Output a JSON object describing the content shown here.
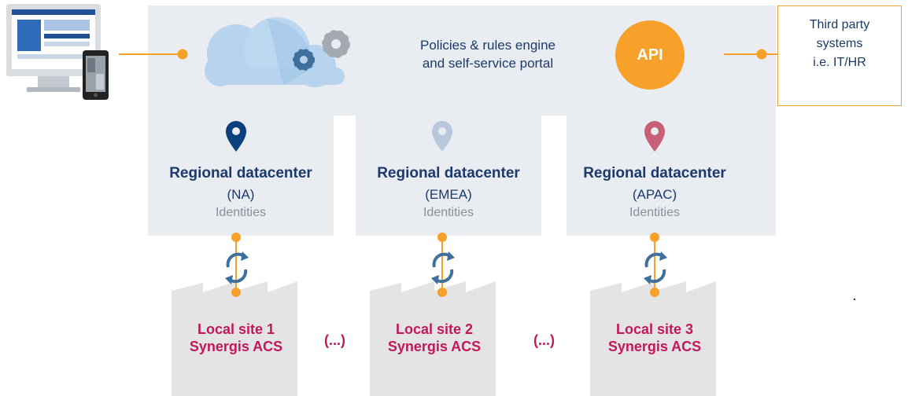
{
  "engine": {
    "line1": "Policies & rules engine",
    "line2": "and self-service portal"
  },
  "api": {
    "label": "API"
  },
  "third_party": {
    "line1": "Third party",
    "line2": "systems",
    "line3": "i.e. IT/HR"
  },
  "datacenters": [
    {
      "title": "Regional datacenter",
      "region": "(NA)",
      "sub": "Identities",
      "pin_color": "#0d3f7a"
    },
    {
      "title": "Regional datacenter",
      "region": "(EMEA)",
      "sub": "Identities",
      "pin_color": "#b8c7dc"
    },
    {
      "title": "Regional datacenter",
      "region": "(APAC)",
      "sub": "Identities",
      "pin_color": "#c85f78"
    }
  ],
  "sites": [
    {
      "line1": "Local site 1",
      "line2": "Synergis ACS"
    },
    {
      "line1": "Local site 2",
      "line2": "Synergis ACS"
    },
    {
      "line1": "Local site 3",
      "line2": "Synergis ACS"
    }
  ],
  "ellipsis": [
    "(...)",
    "(...)"
  ],
  "colors": {
    "accent_orange": "#f7a12b",
    "navy": "#1b3a6b",
    "magenta": "#c2185b",
    "panel": "#e9edf2"
  }
}
